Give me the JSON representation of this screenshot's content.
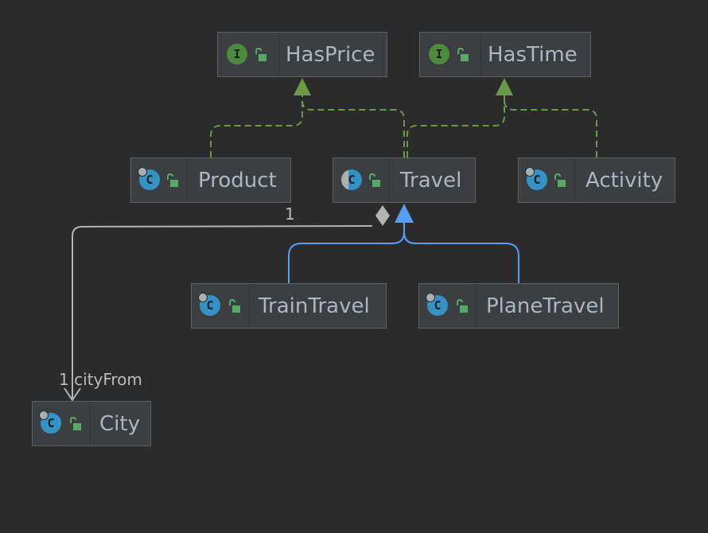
{
  "colors": {
    "background": "#2b2b2b",
    "node_fill": "#3c3f41",
    "node_border": "#5e6062",
    "class_icon": "#3592c4",
    "interface_icon": "#4e8a3e",
    "implements_edge": "#6a9a46",
    "extends_edge": "#589df6",
    "association_edge": "#b3b3b3"
  },
  "nodes": {
    "hasprice": {
      "label": "HasPrice",
      "kind": "interface",
      "kind_letter": "I",
      "icon": "interface-icon"
    },
    "hastime": {
      "label": "HasTime",
      "kind": "interface",
      "kind_letter": "I",
      "icon": "interface-icon"
    },
    "product": {
      "label": "Product",
      "kind": "class",
      "kind_letter": "C",
      "icon": "class-icon"
    },
    "travel": {
      "label": "Travel",
      "kind": "abstract-class",
      "kind_letter": "C",
      "icon": "abstract-class-icon"
    },
    "activity": {
      "label": "Activity",
      "kind": "class",
      "kind_letter": "C",
      "icon": "class-icon"
    },
    "traintravel": {
      "label": "TrainTravel",
      "kind": "class",
      "kind_letter": "C",
      "icon": "class-icon"
    },
    "planetravel": {
      "label": "PlaneTravel",
      "kind": "class",
      "kind_letter": "C",
      "icon": "class-icon"
    },
    "city": {
      "label": "City",
      "kind": "class",
      "kind_letter": "C",
      "icon": "class-icon"
    }
  },
  "edges": [
    {
      "from": "product",
      "to": "hasprice",
      "type": "implements"
    },
    {
      "from": "travel",
      "to": "hasprice",
      "type": "implements"
    },
    {
      "from": "travel",
      "to": "hastime",
      "type": "implements"
    },
    {
      "from": "activity",
      "to": "hastime",
      "type": "implements"
    },
    {
      "from": "traintravel",
      "to": "travel",
      "type": "extends"
    },
    {
      "from": "planetravel",
      "to": "travel",
      "type": "extends"
    },
    {
      "from": "travel",
      "to": "city",
      "type": "composition",
      "source_multiplicity": "1",
      "target_multiplicity": "1 cityFrom"
    }
  ],
  "labels": {
    "travel_multiplicity": "1",
    "city_multiplicity": "1 cityFrom"
  }
}
